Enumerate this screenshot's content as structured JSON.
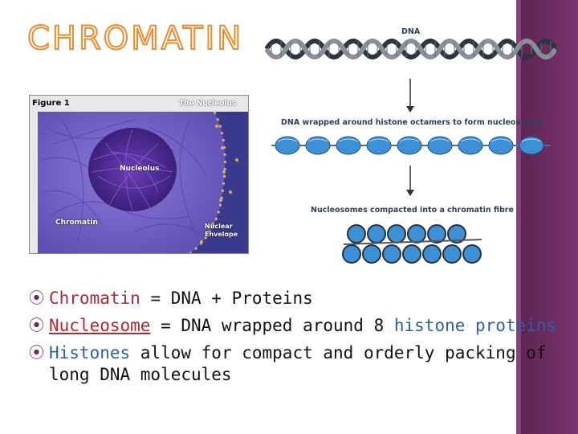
{
  "title": "CHROMATIN",
  "figure": {
    "label": "Figure 1",
    "heading": "The Nucleolus",
    "nucleolus": "Nucleolus",
    "chromatin": "Chromatin",
    "envelope_line1": "Nuclear",
    "envelope_line2": "Envelope"
  },
  "diagram": {
    "dna_label": "DNA",
    "step1": "DNA wrapped around histone octamers to form nucleosomes",
    "step2": "Nucleosomes compacted into a chromatin fibre"
  },
  "bullets": {
    "b1_term": "Chromatin",
    "b1_rest": " = DNA + Proteins",
    "b2_term": "Nucleosome",
    "b2_mid": " = DNA wrapped around 8 ",
    "b2_highlight": "histone proteins",
    "b3_term": "Histones",
    "b3_rest": " allow for compact and orderly packing of",
    "b3_cont": "long DNA molecules"
  },
  "colors": {
    "title_stroke": "#f08a2a",
    "term_red": "#b2272d",
    "term_blue": "#2a62a8",
    "sidebar": "#6e2d62",
    "bullet": "#6a2a60"
  }
}
